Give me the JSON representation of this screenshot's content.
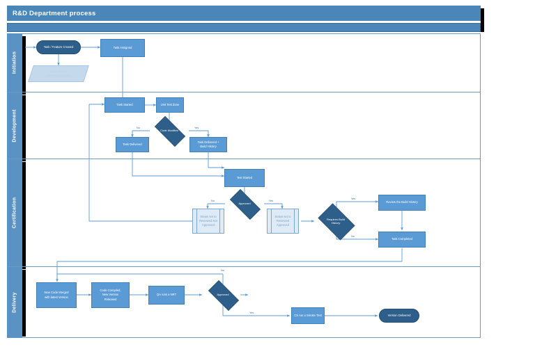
{
  "header": {
    "title": "R&D Department process"
  },
  "colors": {
    "lane_header": "#5b92c4",
    "title_bar": "#4a86b8",
    "process_fill": "#5b9bd5",
    "terminator_fill": "#2e5f8a",
    "decision_fill": "#2e5f8a",
    "data_fill": "#c5d9ec",
    "predefined_fill": "#deeaf6",
    "connector": "#5b9bd5"
  },
  "lanes": [
    {
      "id": "initiation",
      "label": "Initiation"
    },
    {
      "id": "development",
      "label": "Development"
    },
    {
      "id": "certification",
      "label": "Certification"
    },
    {
      "id": "delivery",
      "label": "Delivery"
    }
  ],
  "nodes": {
    "task_feature_created": {
      "label": "Task / Feature Created",
      "shape": "terminator",
      "lane": "initiation"
    },
    "task_assigned": {
      "label": "Task Assigned",
      "shape": "process",
      "lane": "initiation"
    },
    "set_due_date": {
      "label": "Set Due Date\nSet Remind before",
      "shape": "data",
      "lane": "initiation"
    },
    "task_started": {
      "label": "Task Started",
      "shape": "process",
      "lane": "development"
    },
    "unit_test_done": {
      "label": "Unit Test done",
      "shape": "process",
      "lane": "development"
    },
    "code_modified": {
      "label": "Code Modified",
      "shape": "decision",
      "lane": "development"
    },
    "task_delivered": {
      "label": "Task Delivered",
      "shape": "process",
      "lane": "development"
    },
    "task_delivered_build": {
      "label": "Task Delivered +\nBuild History",
      "shape": "process",
      "lane": "development"
    },
    "test_started": {
      "label": "Test Started",
      "shape": "process",
      "lane": "certification"
    },
    "approved_cert": {
      "label": "Approved",
      "shape": "decision",
      "lane": "certification"
    },
    "status_not_approved": {
      "label": "Status set to\nReviewed Not\nApproved",
      "shape": "predefined",
      "lane": "certification"
    },
    "status_approved": {
      "label": "Status set to\nReviewed\nApproved",
      "shape": "predefined",
      "lane": "certification"
    },
    "requires_build_hist": {
      "label": "Requires Build\nHistory",
      "shape": "decision",
      "lane": "certification"
    },
    "review_build_hist": {
      "label": "Review the Build History",
      "shape": "process",
      "lane": "certification"
    },
    "task_completed": {
      "label": "Task Completed",
      "shape": "process",
      "lane": "certification"
    },
    "new_code_merged": {
      "label": "New Code Merged\nwith latest Version",
      "shape": "process",
      "lane": "delivery"
    },
    "code_compiled": {
      "label": "Code Compiled,\nNew Version\nReleased",
      "shape": "process",
      "lane": "delivery"
    },
    "qa_runs_nrt": {
      "label": "QA runs a NRT",
      "shape": "process",
      "lane": "delivery"
    },
    "approved_delivery": {
      "label": "Approved",
      "shape": "decision",
      "lane": "delivery"
    },
    "cs_smoke_test": {
      "label": "CS run a Smoke Test",
      "shape": "process",
      "lane": "delivery"
    },
    "version_delivered": {
      "label": "Version Delivered",
      "shape": "terminator",
      "lane": "delivery"
    }
  },
  "edge_labels": {
    "code_modified_no": "No",
    "code_modified_yes": "Yes",
    "approved_cert_no": "No",
    "approved_cert_yes": "Yes",
    "requires_build_yes": "Yes",
    "requires_build_no": "No",
    "approved_delivery_no": "No",
    "approved_delivery_yes": "Yes"
  }
}
